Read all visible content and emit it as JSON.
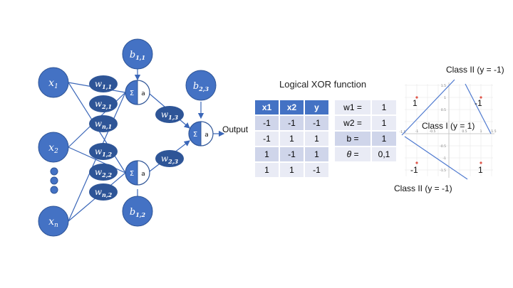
{
  "network": {
    "inputs": [
      "x",
      "x",
      "x"
    ],
    "input_subscripts": [
      "1",
      "2",
      "n"
    ],
    "weights_layer1": [
      {
        "base": "w",
        "sub": "1,1"
      },
      {
        "base": "w",
        "sub": "2,1"
      },
      {
        "base": "w",
        "sub": "n,1"
      },
      {
        "base": "w",
        "sub": "1,2"
      },
      {
        "base": "w",
        "sub": "2,2"
      },
      {
        "base": "w",
        "sub": "n,2"
      }
    ],
    "weights_layer2": [
      {
        "base": "w",
        "sub": "1,3"
      },
      {
        "base": "w",
        "sub": "2,3"
      }
    ],
    "biases": [
      {
        "base": "b",
        "sub": "1,1"
      },
      {
        "base": "b",
        "sub": "1,2"
      },
      {
        "base": "b",
        "sub": "2,3"
      }
    ],
    "sum_symbol": "Σ",
    "activation_symbol": "a",
    "output_label": "Output"
  },
  "xor_table": {
    "title": "Logical XOR function",
    "headers": [
      "x1",
      "x2",
      "y"
    ],
    "rows": [
      [
        "-1",
        "-1",
        "-1"
      ],
      [
        "-1",
        "1",
        "1"
      ],
      [
        "1",
        "-1",
        "1"
      ],
      [
        "1",
        "1",
        "-1"
      ]
    ]
  },
  "params": [
    {
      "label": "w1 =",
      "value": "1"
    },
    {
      "label": "w2 =",
      "value": "1"
    },
    {
      "label": "b =",
      "value": "1"
    },
    {
      "label": "θ =",
      "value": "0,1"
    }
  ],
  "plot": {
    "class_top": "Class II (y = -1)",
    "class_mid": "Class I (y = 1)",
    "class_bottom": "Class II (y = -1)",
    "point_labels": [
      "1",
      "-1",
      "-1",
      "1"
    ],
    "tick_labels": [
      "1.5",
      "1",
      "0.5",
      "-0.5",
      "-1",
      "-1.5",
      "-1.5",
      "-1",
      "-0.5",
      "0.5",
      "1",
      "1.5"
    ]
  },
  "colors": {
    "node_fill": "#4472c4",
    "node_stroke": "#2f5597",
    "weight_fill": "#2e5597",
    "line": "#3a66b8",
    "point": "#e0564a",
    "header": "#4472c4"
  }
}
